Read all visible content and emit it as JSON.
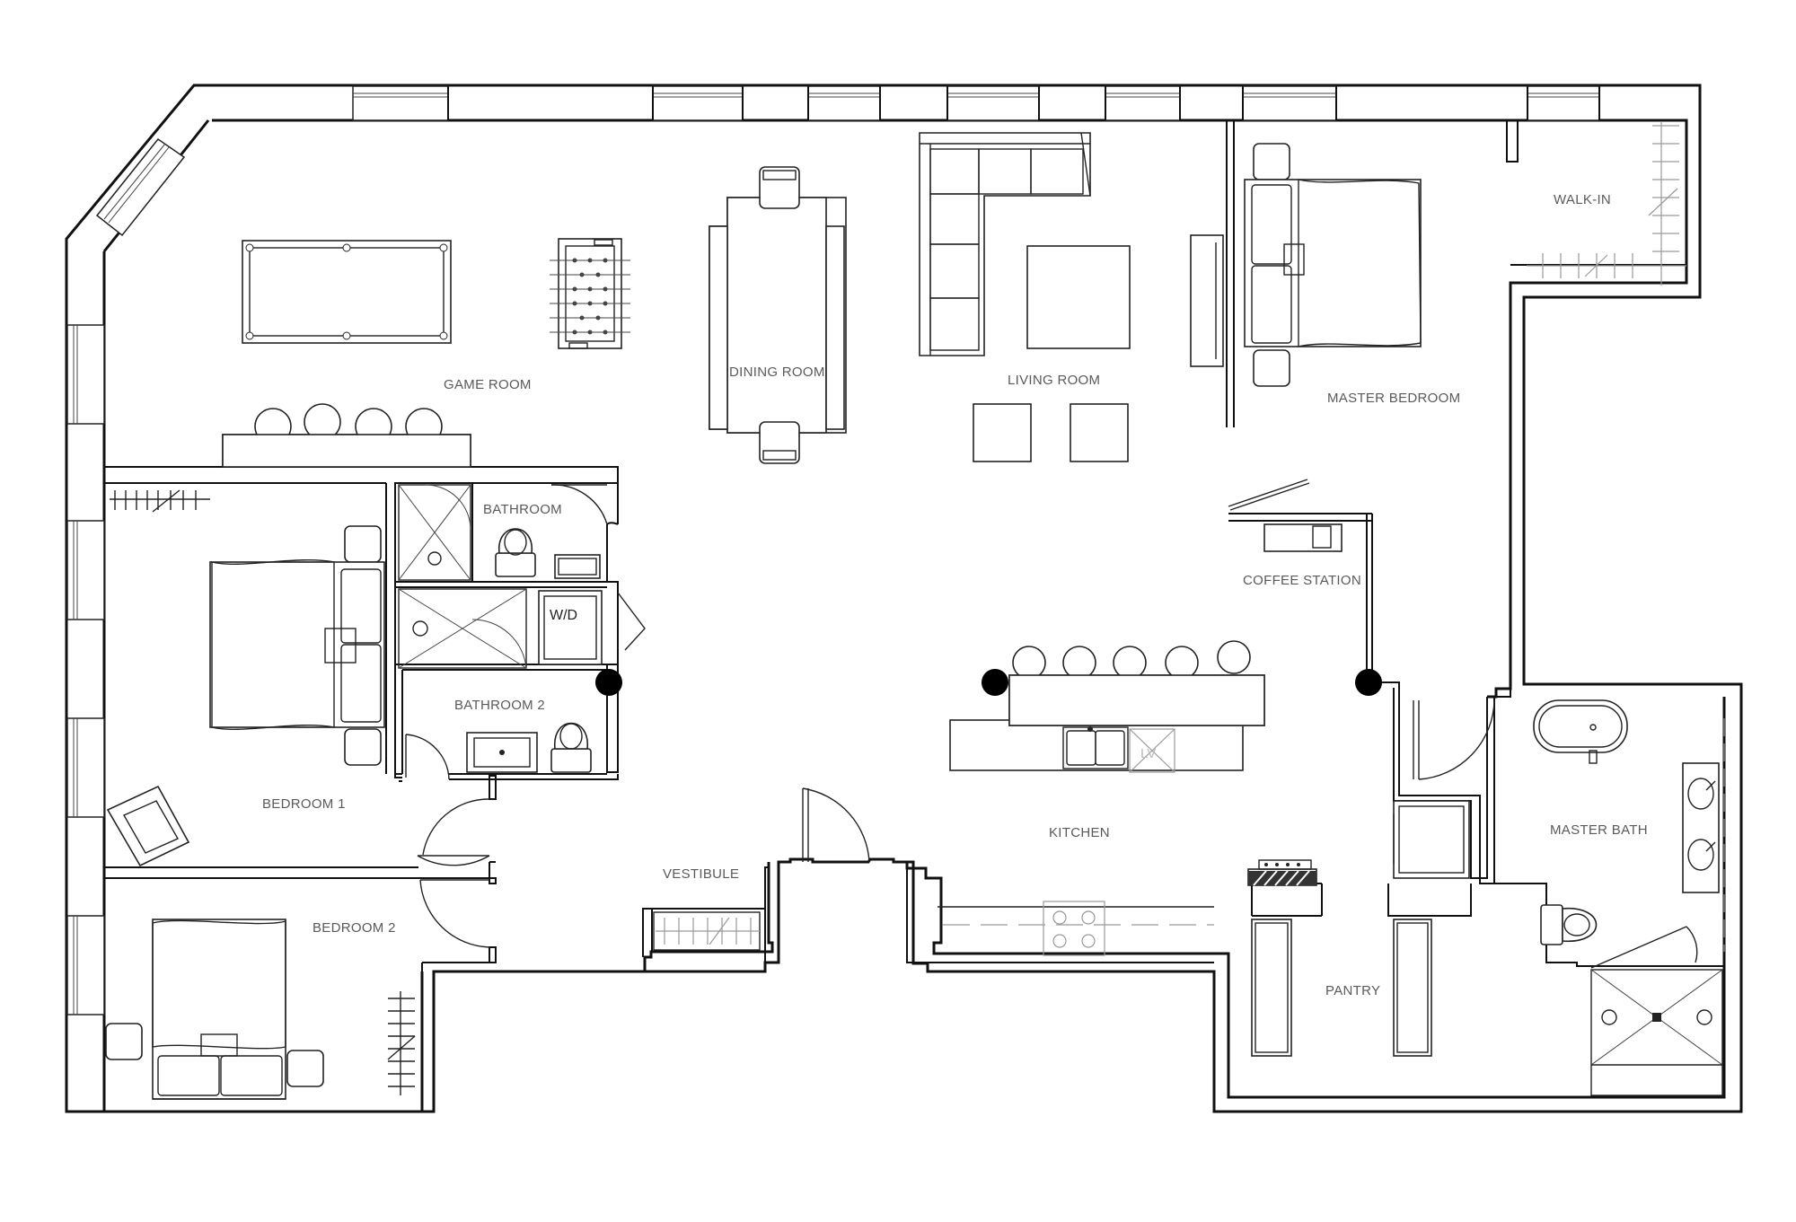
{
  "rooms": {
    "game_room": "GAME ROOM",
    "dining_room": "DINING ROOM",
    "living_room": "LIVING ROOM",
    "master_bedroom": "MASTER BEDROOM",
    "walk_in": "WALK-IN",
    "bathroom": "BATHROOM",
    "bathroom_2": "BATHROOM 2",
    "washer_dryer": "W/D",
    "bedroom_1": "BEDROOM 1",
    "bedroom_2": "BEDROOM 2",
    "vestibule": "VESTIBULE",
    "kitchen": "KITCHEN",
    "coffee_station": "COFFEE STATION",
    "pantry": "PANTRY",
    "master_bath": "MASTER BATH"
  },
  "fixtures": {
    "lv_label": "LV"
  },
  "colors": {
    "wall": "#111111",
    "label": "#5a5a5a",
    "column": "#000000"
  }
}
